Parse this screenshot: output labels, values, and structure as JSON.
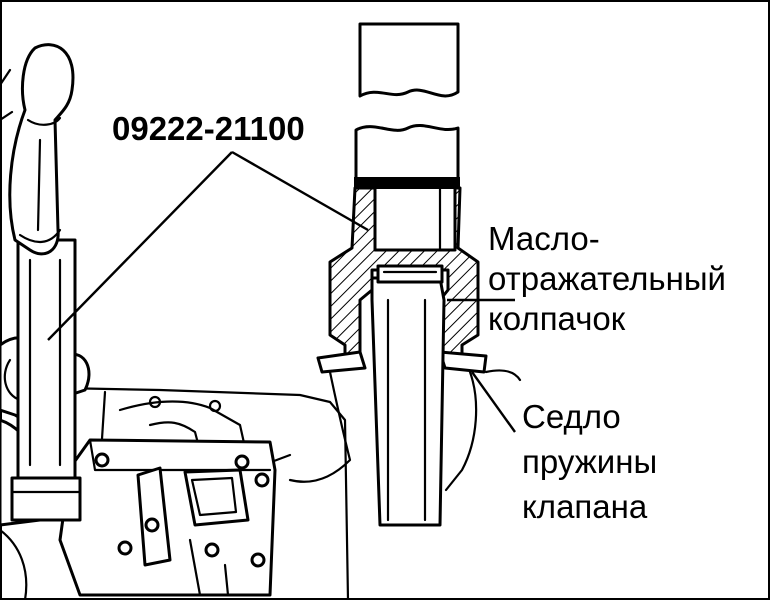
{
  "labels": {
    "tool_part_number": "09222-21100",
    "oil_seal_line1": "Масло-",
    "oil_seal_line2": "отражательный",
    "oil_seal_line3": "колпачок",
    "spring_seat_line1": "Седло",
    "spring_seat_line2": "пружины",
    "spring_seat_line3": "клапана"
  },
  "colors": {
    "ink": "#000000",
    "paper": "#ffffff"
  }
}
